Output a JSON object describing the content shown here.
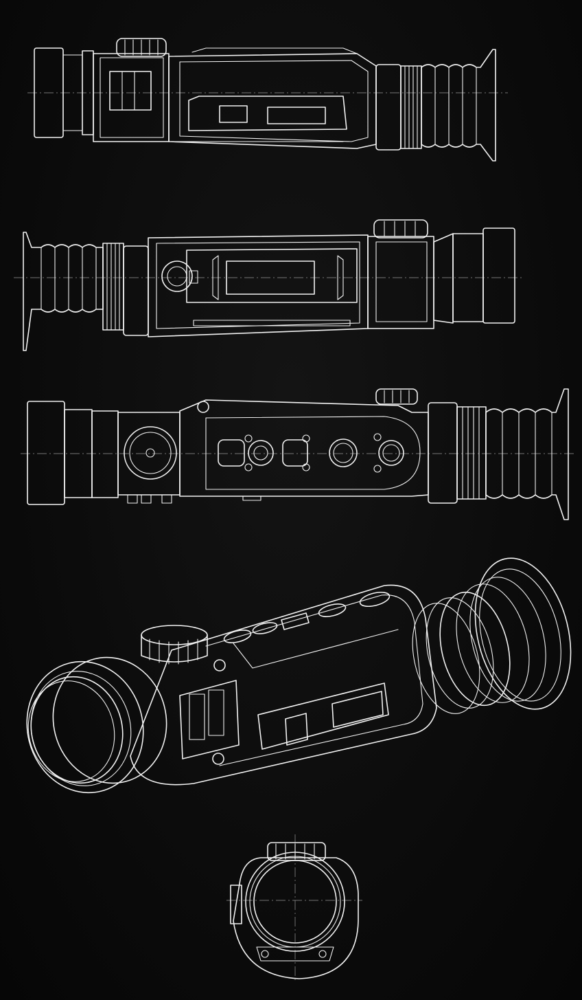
{
  "drawing": {
    "colors": {
      "background": "#0b0b0b",
      "line": "#f2f2f2",
      "centerline": "#9a9a9a"
    },
    "views": [
      {
        "id": "top-view",
        "icon": "scope-top-view-line-drawing"
      },
      {
        "id": "bottom-view",
        "icon": "scope-bottom-view-line-drawing"
      },
      {
        "id": "side-view",
        "icon": "scope-side-view-with-buttons-line-drawing"
      },
      {
        "id": "isometric-view",
        "icon": "scope-isometric-view-line-drawing"
      },
      {
        "id": "front-view",
        "icon": "scope-front-lens-view-line-drawing"
      }
    ]
  }
}
